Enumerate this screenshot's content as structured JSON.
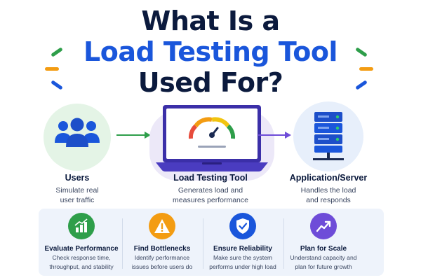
{
  "header": {
    "line1": "What Is a",
    "line2": "Load Testing Tool",
    "line3": "Used For?"
  },
  "flow": {
    "users": {
      "title": "Users",
      "desc_line1": "Simulate real",
      "desc_line2": "user traffic",
      "icon": "users-icon"
    },
    "tool": {
      "title": "Load Testing Tool",
      "desc_line1": "Generates load and",
      "desc_line2": "measures performance",
      "icon": "gauge-laptop-icon"
    },
    "server": {
      "title": "Application/Server",
      "desc_line1": "Handles the load",
      "desc_line2": "and responds",
      "icon": "server-icon"
    }
  },
  "benefits": [
    {
      "title": "Evaluate Performance",
      "desc_line1": "Check response time,",
      "desc_line2": "throughput, and stability",
      "icon": "bar-chart-icon",
      "color": "#2e9e4a"
    },
    {
      "title": "Find Bottlenecks",
      "desc_line1": "Identify performance",
      "desc_line2": "issues before users do",
      "icon": "warning-icon",
      "color": "#f39c12"
    },
    {
      "title": "Ensure Reliability",
      "desc_line1": "Make sure the system",
      "desc_line2": "performs under high load",
      "icon": "shield-check-icon",
      "color": "#1a56db"
    },
    {
      "title": "Plan for Scale",
      "desc_line1": "Understand capacity and",
      "desc_line2": "plan for future growth",
      "icon": "trend-up-icon",
      "color": "#6e4cd8"
    }
  ],
  "colors": {
    "navy": "#0b1a3d",
    "accent_blue": "#1a56db",
    "green": "#2e9e4a",
    "purple": "#6e4cd8",
    "orange": "#f39c12"
  }
}
